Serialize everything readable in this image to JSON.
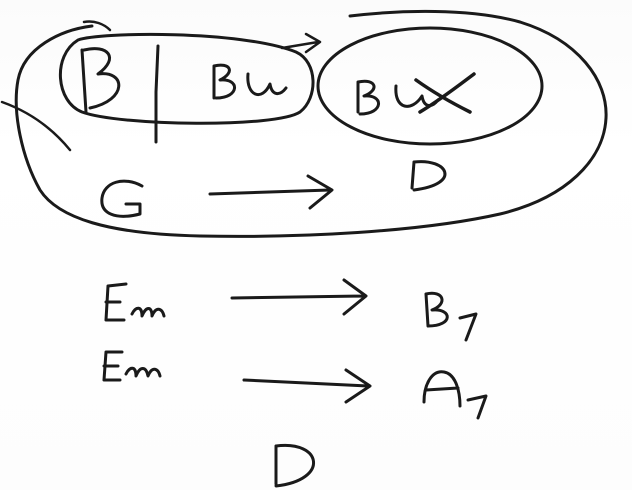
{
  "sketch": {
    "top_group": {
      "left_bubble": [
        "B",
        "Bu"
      ],
      "right_bubble": "Bu",
      "right_bubble_struck": true
    },
    "rows": [
      {
        "from": "G",
        "to": "D",
        "circled": true
      },
      {
        "from": "Em",
        "to": "B7"
      },
      {
        "from": "Em",
        "to": "A7"
      }
    ],
    "final": "D"
  }
}
